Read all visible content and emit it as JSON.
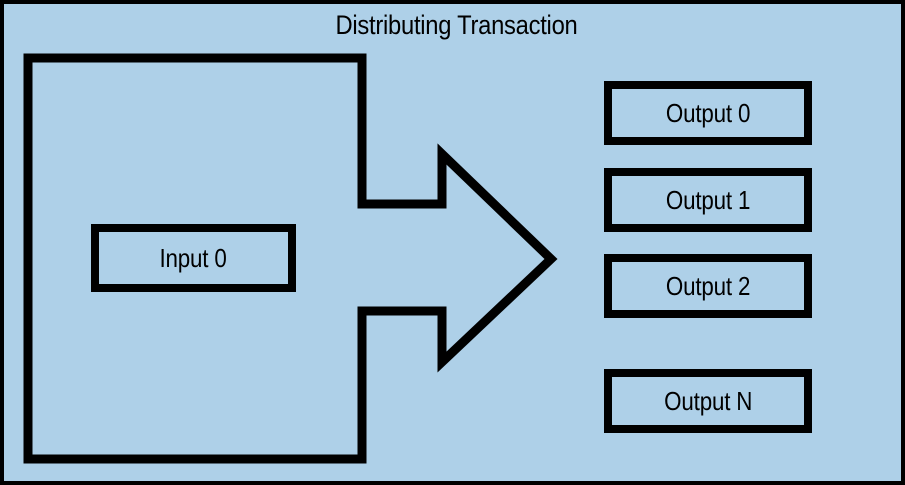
{
  "diagram": {
    "title": "Distributing Transaction",
    "background_color": "#aed0e8",
    "stroke_color": "#000000",
    "input_nodes": [
      {
        "label": "Input 0"
      }
    ],
    "output_nodes": [
      {
        "label": "Output 0"
      },
      {
        "label": "Output 1"
      },
      {
        "label": "Output 2"
      },
      {
        "label": "Output N"
      }
    ],
    "flow_arrow": {
      "name": "distribution-arrow",
      "direction": "right"
    }
  }
}
